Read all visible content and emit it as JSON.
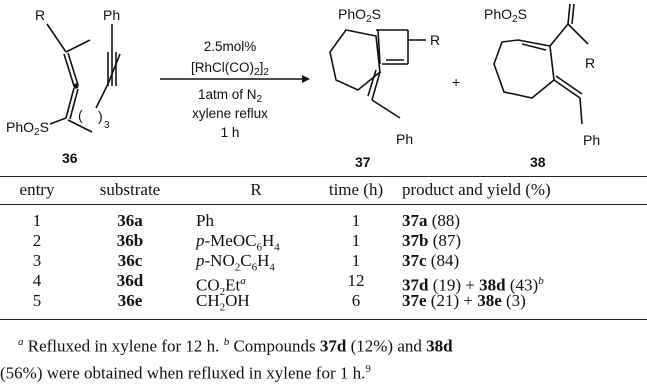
{
  "scheme": {
    "reactant_label": "36",
    "product1_label": "37",
    "product2_label": "38",
    "conditions": {
      "loading": "2.5mol%",
      "catalyst": "[RhCl(CO)2]2",
      "atmosphere": "1atm of N2",
      "solvent": "xylene reflux",
      "time": "1 h"
    },
    "atoms": {
      "R": "R",
      "Ph": "Ph",
      "PhO2S": "PhO2S",
      "n_sub": "3",
      "plus": "+"
    }
  },
  "table": {
    "headers": [
      "entry",
      "substrate",
      "R",
      "time (h)",
      "product and yield (%)"
    ],
    "rows": [
      {
        "entry": "1",
        "substrate": "36a",
        "R": "Ph",
        "time": "1",
        "product": "37a (88)"
      },
      {
        "entry": "2",
        "substrate": "36b",
        "R": "p-MeOC6H4",
        "time": "1",
        "product": "37b (87)"
      },
      {
        "entry": "3",
        "substrate": "36c",
        "R": "p-NO2C6H4",
        "time": "1",
        "product": "37c (84)"
      },
      {
        "entry": "4",
        "substrate": "36d",
        "R": "CO2Et^a",
        "time": "12",
        "product": "37d (19) + 38d (43)^b"
      },
      {
        "entry": "5",
        "substrate": "36e",
        "R": "CH2OH",
        "time": "6",
        "product": "37e (21) + 38e (3)"
      }
    ]
  },
  "footnotes": {
    "a_mark": "a",
    "a_text": "Refluxed in xylene for 12 h.",
    "b_mark": "b",
    "b_text": "Compounds 37d (12%) and 38d (56%) were obtained when refluxed in xylene for 1 h.",
    "ref": "9"
  }
}
